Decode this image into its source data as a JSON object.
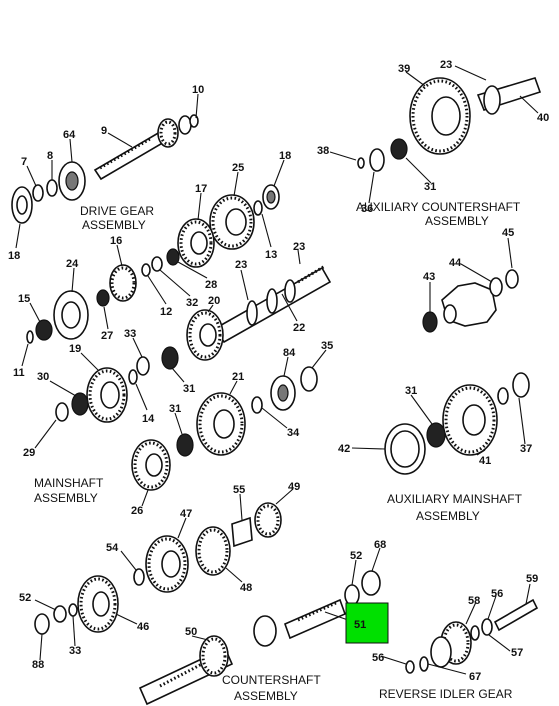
{
  "assemblies": [
    {
      "id": "drive-gear",
      "lines": [
        "DRIVE GEAR",
        "ASSEMBLY"
      ]
    },
    {
      "id": "aux-countershaft",
      "lines": [
        "AUXILIARY COUNTERSHAFT",
        "ASSEMBLY"
      ]
    },
    {
      "id": "mainshaft",
      "lines": [
        "MAINSHAFT",
        "ASSEMBLY"
      ]
    },
    {
      "id": "aux-mainshaft",
      "lines": [
        "AUXILIARY MAINSHAFT",
        "ASSEMBLY"
      ]
    },
    {
      "id": "countershaft",
      "lines": [
        "COUNTERSHAFT",
        "ASSEMBLY"
      ]
    },
    {
      "id": "reverse-idler",
      "lines": [
        "REVERSE IDLER GEAR"
      ]
    }
  ],
  "callouts": [
    "10",
    "9",
    "64",
    "7",
    "8",
    "18",
    "25",
    "17",
    "18",
    "16",
    "24",
    "13",
    "28",
    "12",
    "32",
    "20",
    "23",
    "23",
    "15",
    "27",
    "22",
    "33",
    "19",
    "11",
    "84",
    "35",
    "30",
    "31",
    "21",
    "14",
    "31",
    "29",
    "34",
    "26",
    "39",
    "23",
    "40",
    "38",
    "31",
    "36",
    "45",
    "44",
    "43",
    "31",
    "37",
    "42",
    "41",
    "55",
    "49",
    "47",
    "54",
    "48",
    "52",
    "88",
    "33",
    "46",
    "50",
    "52",
    "68",
    "51",
    "59",
    "58",
    "56",
    "57",
    "56",
    "67"
  ],
  "highlight": {
    "label": "51",
    "color": "#00e000"
  }
}
